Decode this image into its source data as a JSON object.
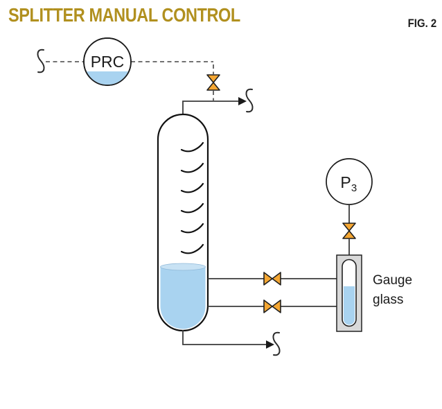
{
  "header": {
    "title": "SPLITTER MANUAL CONTROL",
    "figure_label": "FIG. 2"
  },
  "diagram": {
    "controller": {
      "label": "PRC"
    },
    "pressure_gauge": {
      "label": "P",
      "subscript": "3"
    },
    "gauge_glass": {
      "label_line1": "Gauge",
      "label_line2": "glass"
    }
  },
  "colors": {
    "title_gold": "#b1901f",
    "valve_orange": "#f5a733",
    "liquid_blue": "#a9d3f0",
    "liquid_surface_blue": "#c8e2f4",
    "gauge_gray": "#d9d9d9",
    "line_dark": "#333333"
  }
}
